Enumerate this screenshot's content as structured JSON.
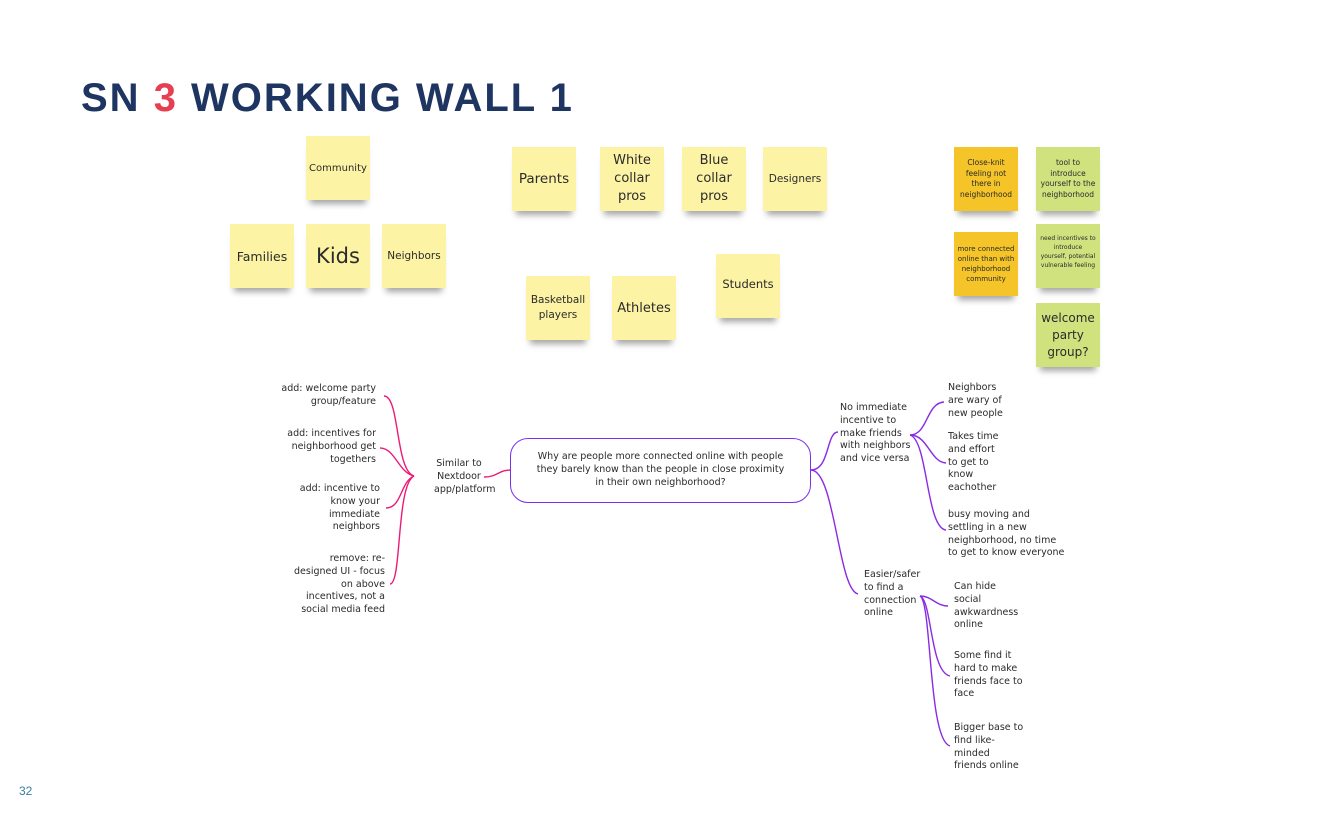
{
  "title": {
    "prefix": "SN ",
    "accent": "3",
    "suffix": " WORKING WALL 1",
    "accent_color": "#e63f52",
    "color": "#1e3461"
  },
  "page_number": "32",
  "sticky_notes": {
    "community": "Community",
    "families": "Families",
    "kids": "Kids",
    "neighbors": "Neighbors",
    "parents": "Parents",
    "white_collar": "White\ncollar\npros",
    "blue_collar": "Blue\ncollar\npros",
    "designers": "Designers",
    "basketball": "Basketball\nplayers",
    "athletes": "Athletes",
    "students": "Students",
    "close_knit": "Close-knit\nfeeling not\nthere in\nneighborhood",
    "tool_intro": "tool to\nintroduce\nyourself to the\nneighborhood",
    "more_connected": "more connected\nonline than with\nneighborhood\ncommunity",
    "need_incentives": "need incentives to\nintroduce\nyourself, potential\nvulnerable feeling",
    "welcome_party": "welcome\nparty\ngroup?"
  },
  "colors": {
    "yellow": "#fdf3a4",
    "orange": "#f4c428",
    "green": "#cfe27e",
    "pink_link": "#ec1a79",
    "purple_link": "#8a2be2"
  },
  "mindmap": {
    "central": "Why are people more connected online with people they barely know than the people in close proximity in their own neighborhood?",
    "left_branch": "Similar to\nNextdoor\napp/platform",
    "left_children": [
      "add: welcome party\ngroup/feature",
      "add: incentives for\nneighborhood get\ntogethers",
      "add: incentive to\nknow your\nimmediate\nneighbors",
      "remove: re-\ndesigned UI - focus\non above\nincentives, not a\nsocial media feed"
    ],
    "right_branch_1": "No immediate\nincentive to\nmake friends\nwith neighbors\nand vice versa",
    "right_branch_1_children": [
      "Neighbors\nare wary of\nnew people",
      "Takes time\nand effort\nto get to\nknow\neachother",
      "busy moving and\nsettling in a new\nneighborhood, no time\nto get to know everyone"
    ],
    "right_branch_2": "Easier/safer\nto find a\nconnection\nonline",
    "right_branch_2_children": [
      "Can hide\nsocial\nawkwardness\nonline",
      "Some find it\nhard to make\nfriends face to\nface",
      "Bigger base to\nfind like-\nminded\nfriends online"
    ]
  }
}
